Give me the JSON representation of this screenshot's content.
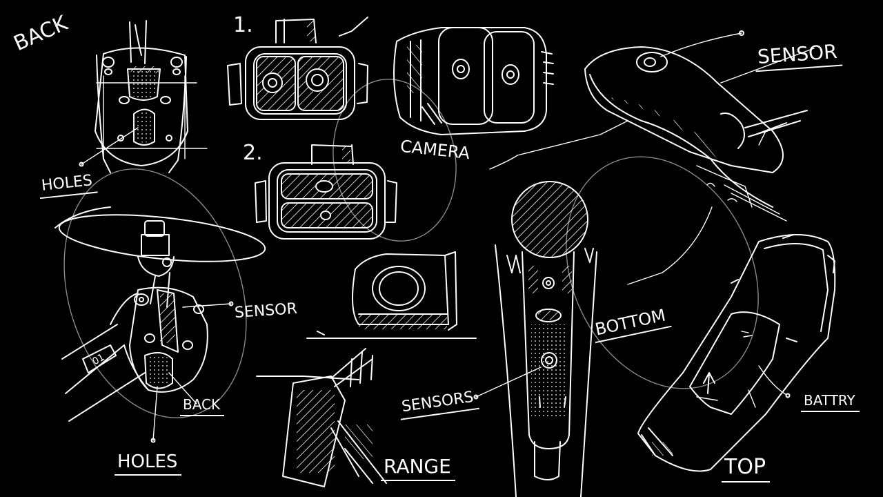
{
  "labels": {
    "back_top": "BACK",
    "holes_top": "HOLES",
    "step_one": "1.",
    "step_two": "2.",
    "camera": "CAMERA",
    "sensor_top": "SENSOR",
    "sensor_mid": "SENSOR",
    "unit_number": "01",
    "back_bottom": "BACK",
    "holes_bottom": "HOLES",
    "range": "RANGE",
    "sensors": "SENSORS",
    "bottom": "BOTTOM",
    "battery": "BATTRY",
    "top": "TOP"
  },
  "colors": {
    "background": "#000000",
    "line": "#ffffff",
    "guide": "#8a8a8a"
  }
}
